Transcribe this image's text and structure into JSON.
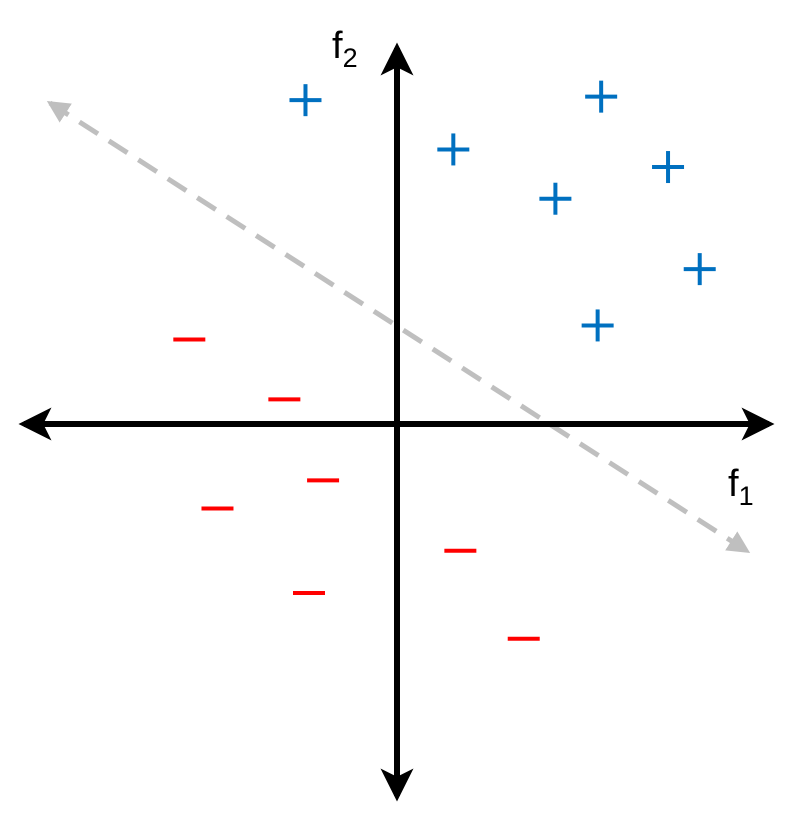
{
  "axes": {
    "x_label": "f",
    "x_subscript": "1",
    "y_label": "f",
    "y_subscript": "2",
    "axis_color": "#000000"
  },
  "boundary": {
    "style": "dashed",
    "color": "#bfbfbf",
    "arrowheads": "both"
  },
  "classes": {
    "positive": {
      "symbol": "+",
      "color": "#0070c0"
    },
    "negative": {
      "symbol": "−",
      "color": "#ff0000"
    }
  },
  "points": {
    "positive": [
      [
        -0.26,
        0.92
      ],
      [
        0.58,
        0.93
      ],
      [
        0.16,
        0.78
      ],
      [
        0.45,
        0.64
      ],
      [
        0.77,
        0.73
      ],
      [
        0.86,
        0.44
      ],
      [
        0.57,
        0.28
      ]
    ],
    "negative": [
      [
        -0.59,
        0.24
      ],
      [
        -0.32,
        0.07
      ],
      [
        -0.21,
        -0.16
      ],
      [
        -0.51,
        -0.24
      ],
      [
        -0.25,
        -0.48
      ],
      [
        0.18,
        -0.36
      ],
      [
        0.36,
        -0.61
      ]
    ]
  }
}
